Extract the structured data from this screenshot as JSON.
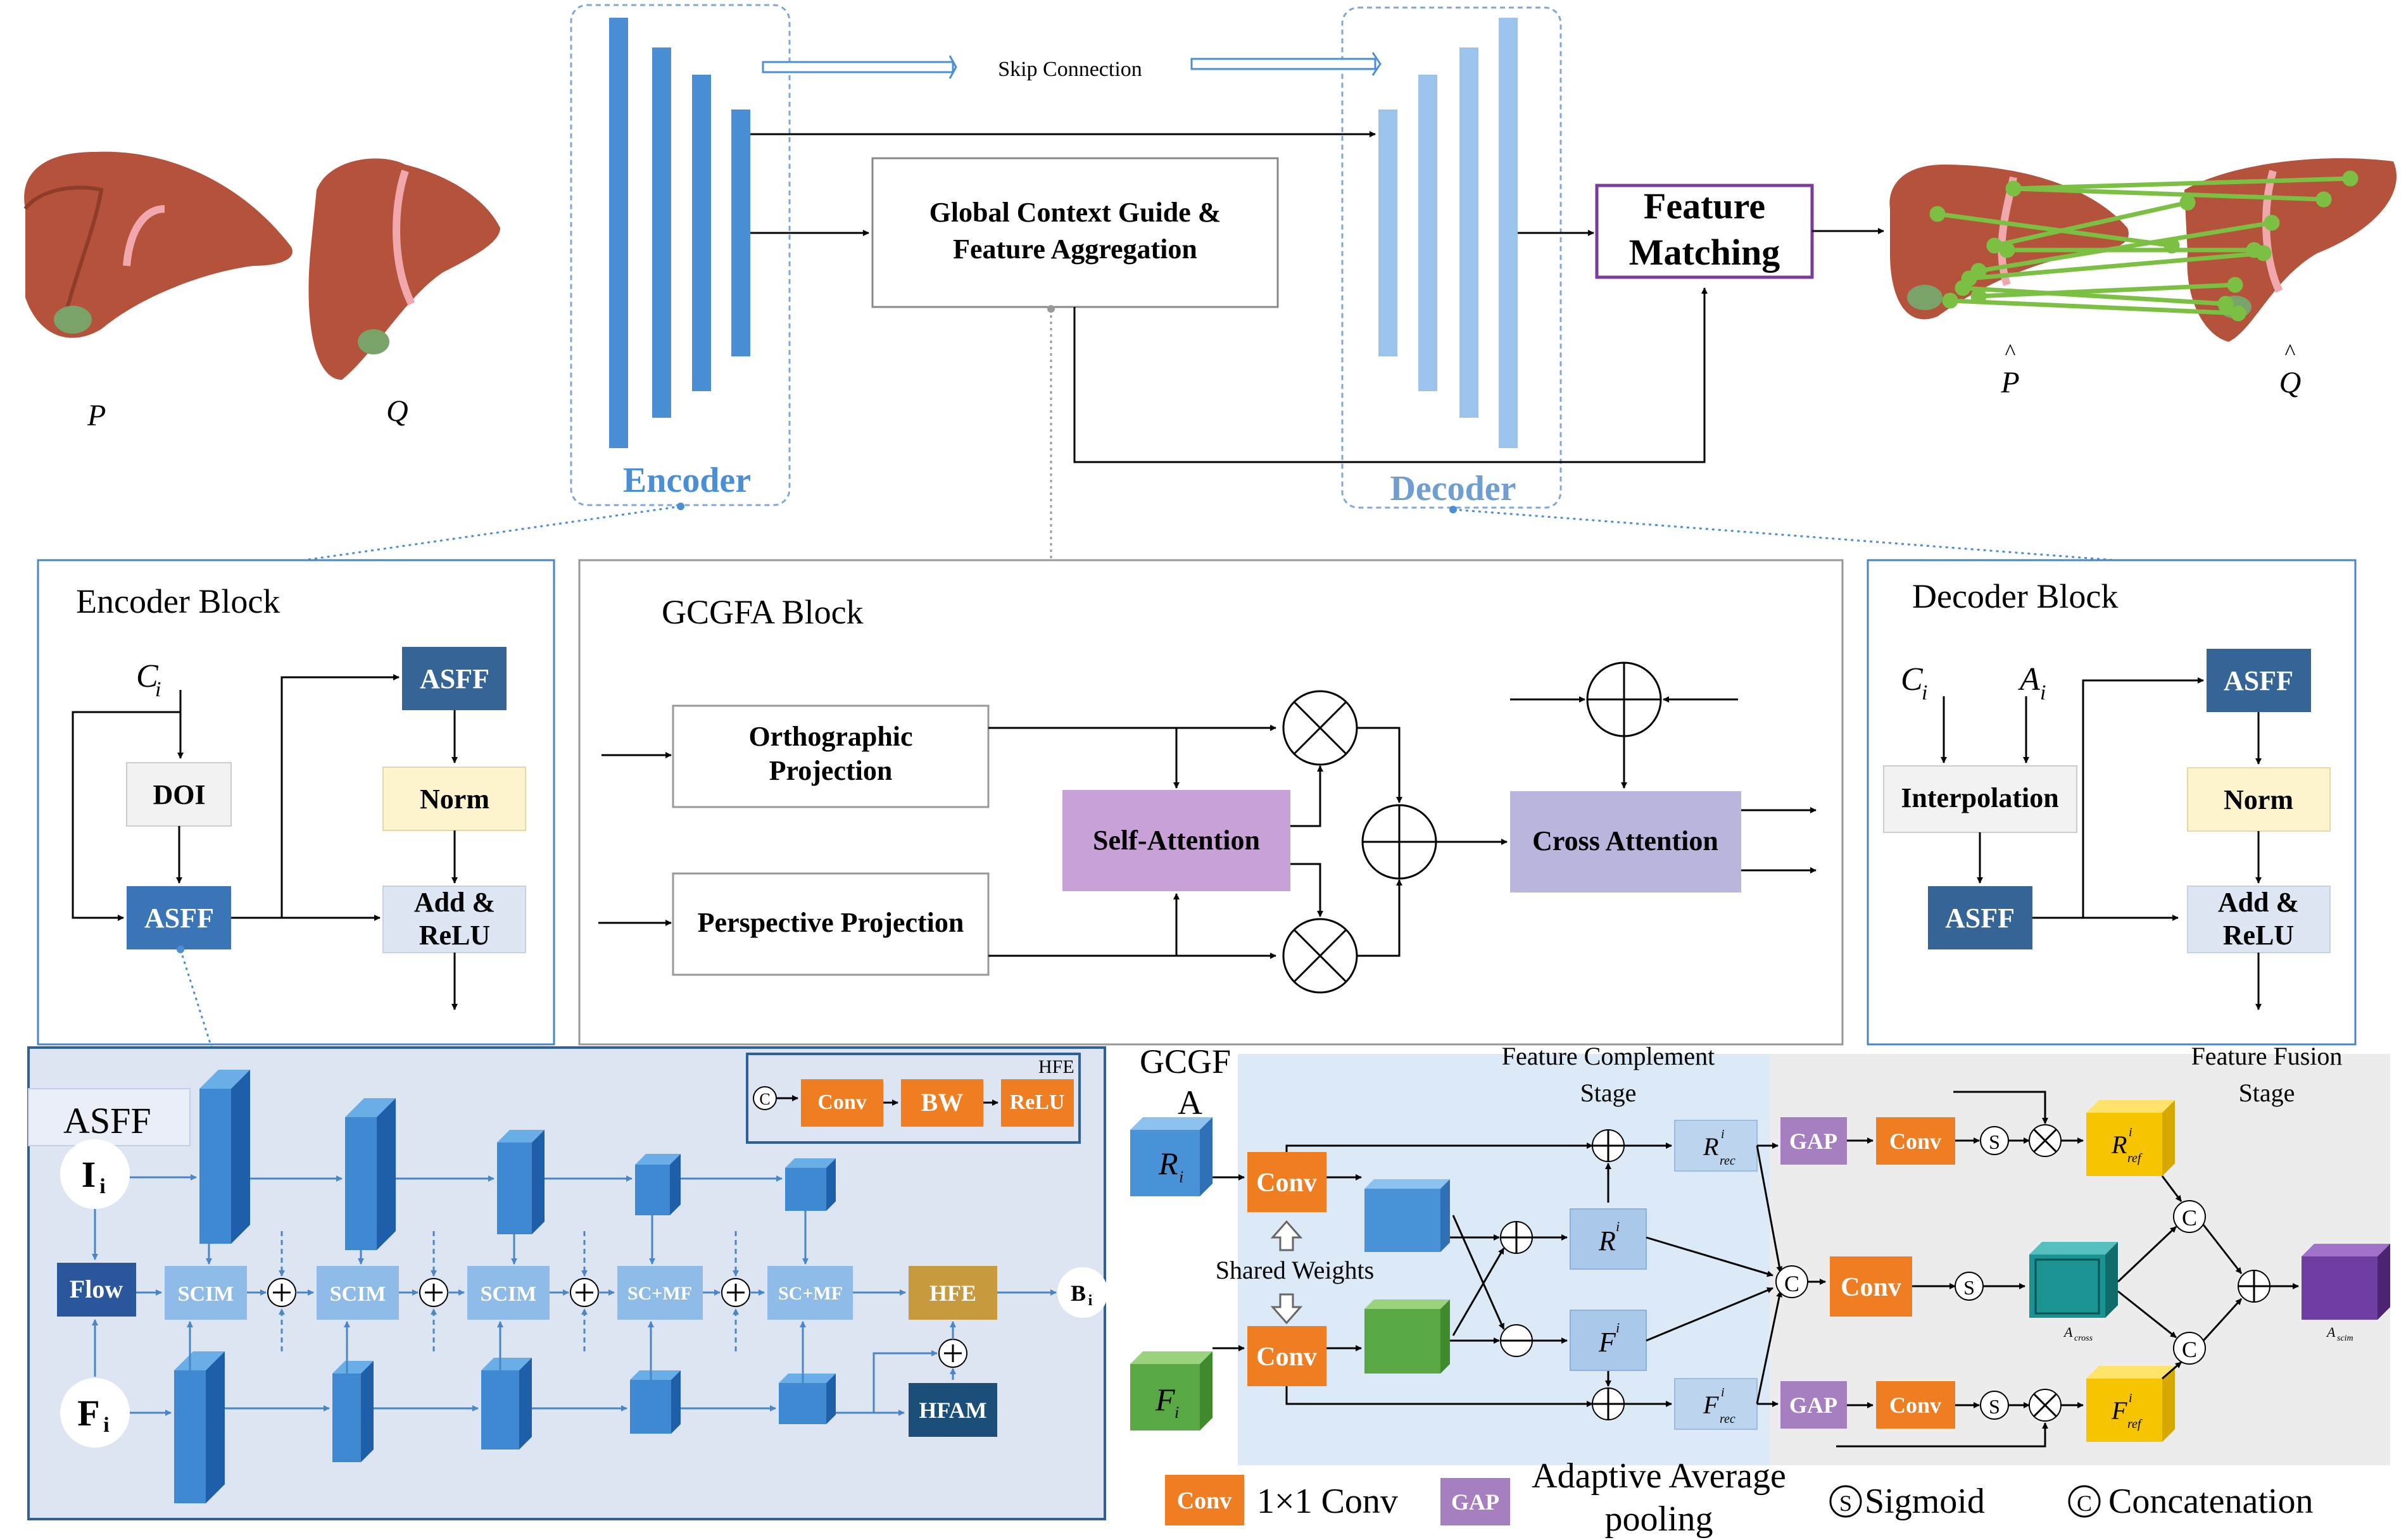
{
  "top": {
    "label_p": "P",
    "label_q": "Q",
    "label_p_hat": "P",
    "label_q_hat": "Q",
    "skip_connection": "Skip Connection",
    "gcgfa_line1": "Global Context Guide &",
    "gcgfa_line2": "Feature Aggregation",
    "feature_matching_line1": "Feature",
    "feature_matching_line2": "Matching",
    "encoder": "Encoder",
    "decoder": "Decoder"
  },
  "encoder_block": {
    "title": "Encoder Block",
    "input": "C",
    "input_sub": "i",
    "doi": "DOI",
    "asff_left": "ASFF",
    "asff_right": "ASFF",
    "norm": "Norm",
    "add_relu_1": "Add &",
    "add_relu_2": "ReLU"
  },
  "gcgfa_block": {
    "title": "GCGFA Block",
    "ortho_1": "Orthographic",
    "ortho_2": "Projection",
    "persp": "Perspective Projection",
    "self_attention": "Self-Attention",
    "cross_attention": "Cross Attention"
  },
  "decoder_block": {
    "title": "Decoder Block",
    "input_c": "C",
    "input_c_sub": "i",
    "input_a": "A",
    "input_a_sub": "i",
    "interpolation": "Interpolation",
    "asff_left": "ASFF",
    "asff_right": "ASFF",
    "norm": "Norm",
    "add_relu_1": "Add &",
    "add_relu_2": "ReLU"
  },
  "asff_panel": {
    "title": "ASFF",
    "in_i": "I",
    "in_i_sub": "i",
    "in_f": "F",
    "in_f_sub": "i",
    "flow": "Flow",
    "scim": "SCIM",
    "scmf": "SC+MF",
    "hfe": "HFE",
    "hfam": "HFAM",
    "out": "B",
    "out_sub": "i",
    "legend_title": "HFE",
    "legend_c": "C",
    "legend_conv": "Conv",
    "legend_bw": "BW",
    "legend_relu": "ReLU"
  },
  "gcgfa_detail": {
    "title_1": "GCGF",
    "title_2": "A",
    "complement_1": "Feature Complement",
    "complement_2": "Stage",
    "fusion_1": "Feature Fusion",
    "fusion_2": "Stage",
    "r_in": "R",
    "f_in": "F",
    "conv": "Conv",
    "gap": "GAP",
    "shared_weights": "Shared Weights",
    "sigmoid": "S",
    "concat": "C",
    "r_rec": "R",
    "r_rec_sub": "rec",
    "f_rec": "F",
    "f_rec_sub": "rec",
    "r_f": "R",
    "f_f": "F",
    "r_ref": "R",
    "f_ref": "F",
    "ref_sub": "ref",
    "sup_i": "i",
    "a_cross": "A",
    "a_cross_sub": "cross",
    "a_scim": "A",
    "a_scim_sub": "scim"
  },
  "legend": {
    "conv_box": "Conv",
    "conv_text": "1×1 Conv",
    "gap_box": "GAP",
    "gap_text_1": "Adaptive Average",
    "gap_text_2": "pooling",
    "sigmoid_symbol": "S",
    "sigmoid_text": "Sigmoid",
    "concat_symbol": "C",
    "concat_text": "Concatenation"
  }
}
